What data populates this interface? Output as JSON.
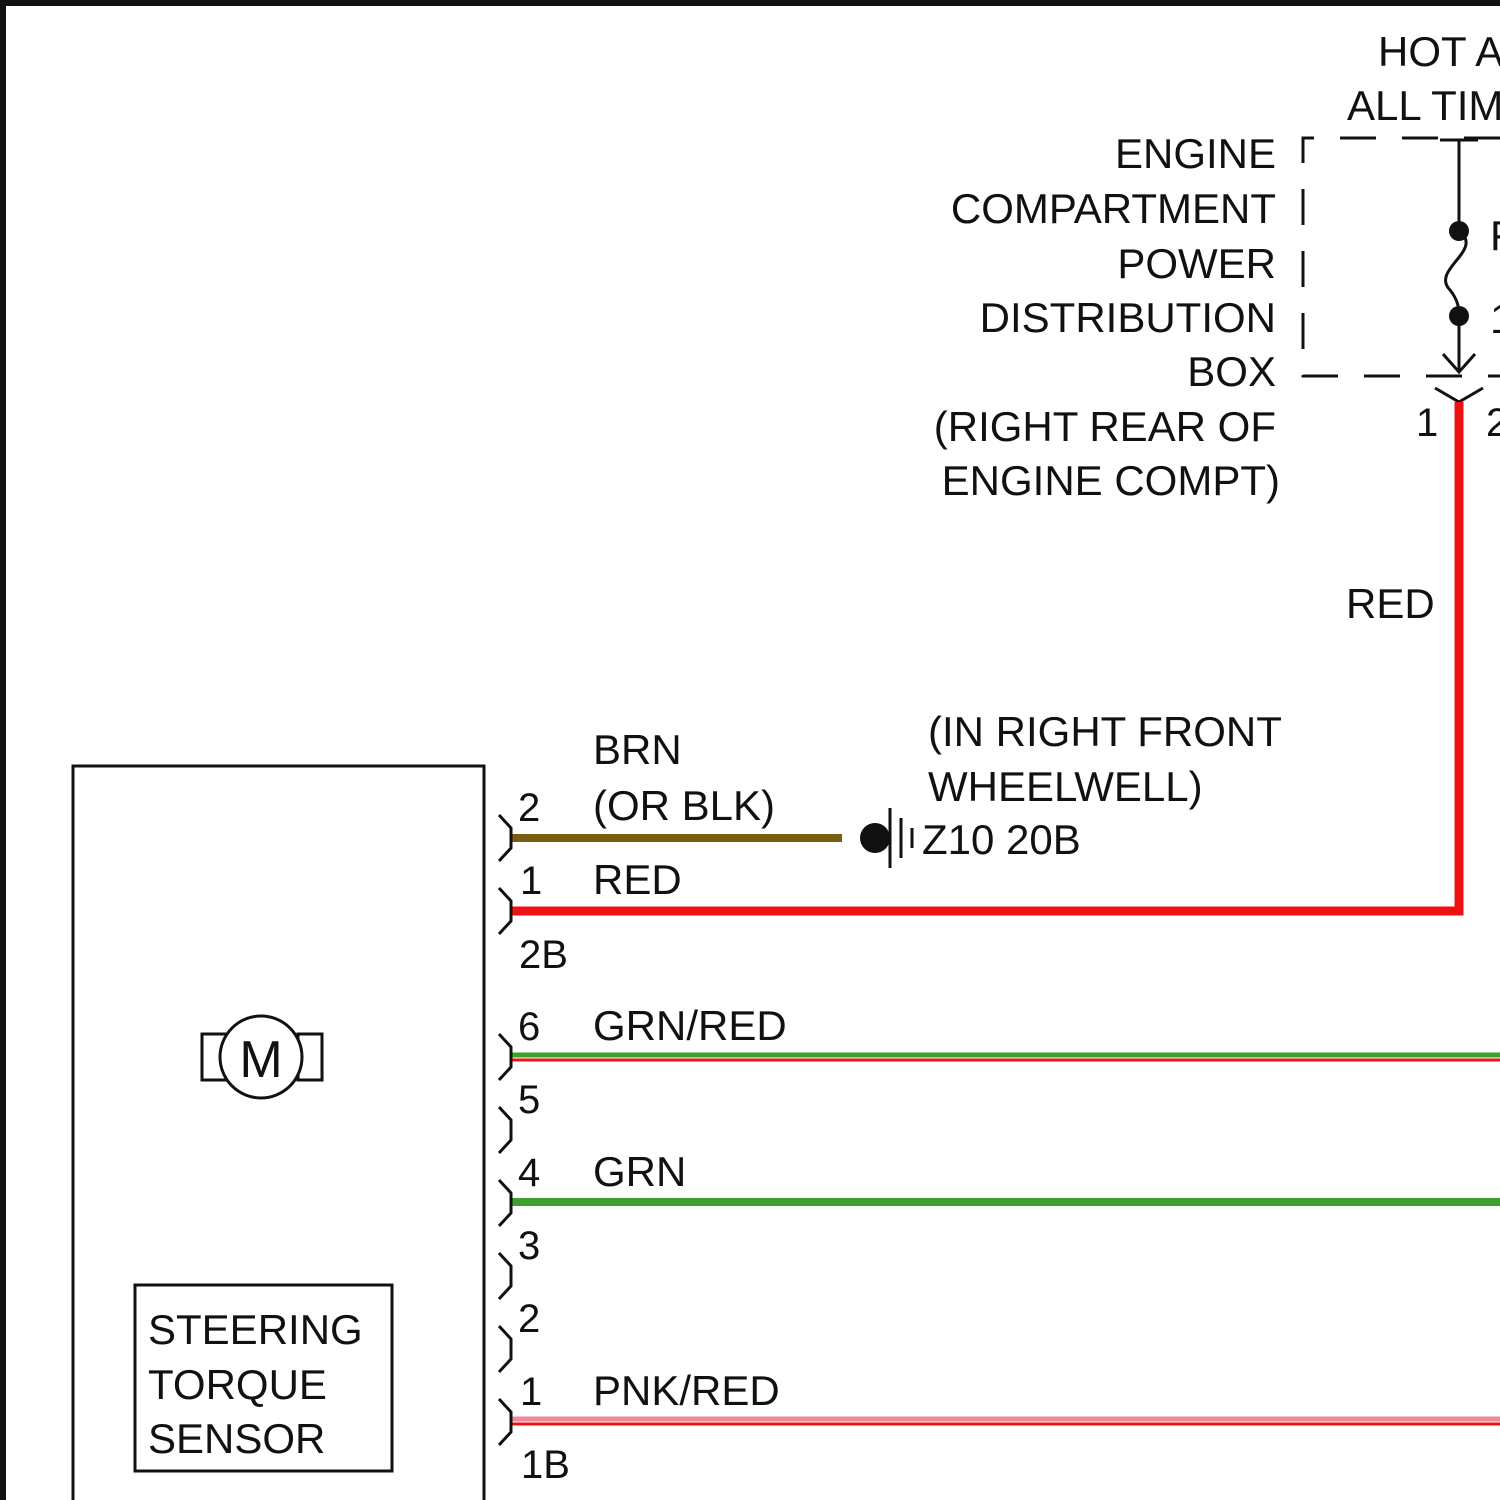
{
  "colors": {
    "red": "#ee1111",
    "green": "#3aa12a",
    "brown": "#7a5c12",
    "pink": "#f08a9a",
    "line": "#111111"
  },
  "power": {
    "hot_line1": "HOT A",
    "hot_line2": "ALL TIM",
    "box_label": [
      "ENGINE",
      "COMPARTMENT",
      "POWER",
      "DISTRIBUTION",
      "BOX",
      "(RIGHT REAR OF",
      "ENGINE COMPT)"
    ],
    "fuse_label_partial": "F",
    "fuse_pin_partial": "1",
    "terminal_1": "1",
    "terminal_2": "2",
    "feed_wire_color": "RED"
  },
  "ground": {
    "location_line1": "(IN RIGHT FRONT",
    "location_line2": "WHEELWELL)",
    "code": "Z10 20B"
  },
  "connector_2b": {
    "name": "2B",
    "pins": [
      {
        "pin": "2",
        "wire": "BRN",
        "wire_alt": "(OR BLK)",
        "icon": "brown-wire"
      },
      {
        "pin": "1",
        "wire": "RED",
        "icon": "red-wire"
      }
    ]
  },
  "connector_1b": {
    "name": "1B",
    "pins": [
      {
        "pin": "6",
        "wire": "GRN/RED",
        "icon": "green-red-wire"
      },
      {
        "pin": "5",
        "wire": ""
      },
      {
        "pin": "4",
        "wire": "GRN",
        "icon": "green-wire"
      },
      {
        "pin": "3",
        "wire": ""
      },
      {
        "pin": "2",
        "wire": ""
      },
      {
        "pin": "1",
        "wire": "PNK/RED",
        "icon": "pink-red-wire"
      }
    ]
  },
  "module": {
    "motor_symbol": "M",
    "sensor_label": [
      "STEERING",
      "TORQUE",
      "SENSOR"
    ]
  }
}
